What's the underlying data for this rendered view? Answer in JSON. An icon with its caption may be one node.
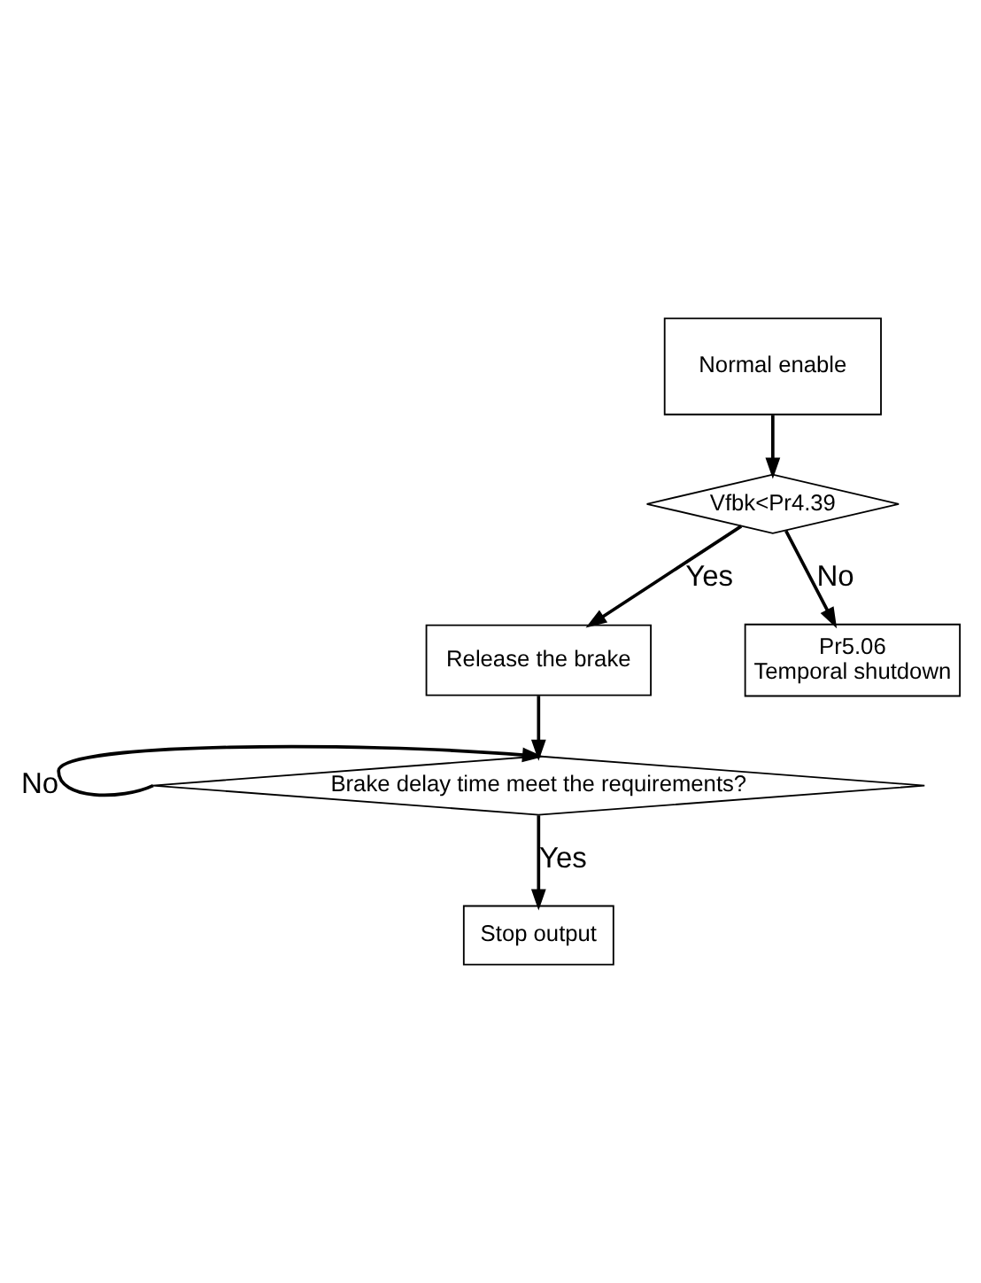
{
  "diagram": {
    "nodes": [
      {
        "text": [
          "Normal enable"
        ]
      },
      {
        "text": [
          "Vfbk<Pr4.39"
        ]
      },
      {
        "text": [
          "Release the brake"
        ]
      },
      {
        "text": [
          "Pr5.06",
          "Temporal shutdown"
        ]
      },
      {
        "text": [
          "Brake delay time meet the requirements?"
        ]
      },
      {
        "text": [
          "Stop output"
        ]
      }
    ],
    "edges": [
      {
        "from": 0,
        "to": 1,
        "arrow": "to"
      },
      {
        "from": 1,
        "to": 3,
        "arrow": "to",
        "label": "No"
      },
      {
        "from": 1,
        "to": 2,
        "arrow": "to",
        "label": "Yes"
      },
      {
        "from": 2,
        "to": 4,
        "arrow": "to"
      },
      {
        "from": 4,
        "to": 4,
        "arrow": "to",
        "label": "No"
      },
      {
        "from": 4,
        "to": 5,
        "arrow": "to",
        "label": "Yes"
      }
    ]
  }
}
